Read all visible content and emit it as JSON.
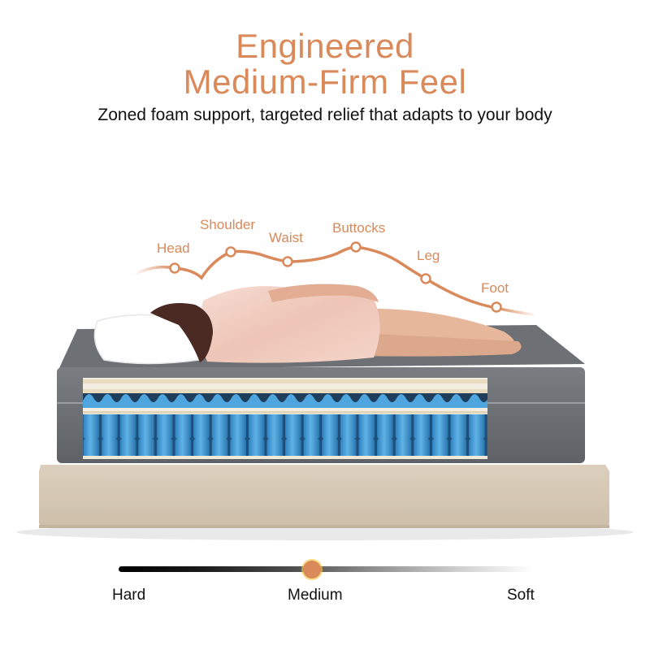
{
  "header": {
    "title_line1": "Engineered",
    "title_line2": "Medium-Firm Feel",
    "subtitle": "Zoned foam support, targeted relief that adapts to your body"
  },
  "zones": [
    {
      "label": "Head"
    },
    {
      "label": "Shoulder"
    },
    {
      "label": "Waist"
    },
    {
      "label": "Buttocks"
    },
    {
      "label": "Leg"
    },
    {
      "label": "Foot"
    }
  ],
  "illustration": {
    "subject": "woman-sleeping-on-side",
    "items": [
      "pillow",
      "mattress-cutaway",
      "foam-layer",
      "pocket-coils",
      "base-foundation"
    ]
  },
  "firmness_scale": {
    "left_label": "Hard",
    "center_label": "Medium",
    "right_label": "Soft",
    "selected": "Medium",
    "knob_color": "#d9895a"
  },
  "colors": {
    "accent": "#d9895a",
    "text": "#111111",
    "mattress_gray": "#6b6e73",
    "coil_blue": "#3e9bd6",
    "base_beige": "#d8cbb8"
  }
}
